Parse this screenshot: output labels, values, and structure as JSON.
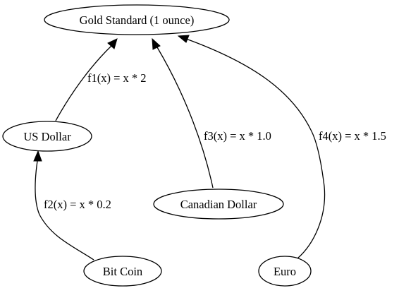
{
  "diagram": {
    "type": "directed-graph",
    "nodes": {
      "gold": "Gold Standard (1 ounce)",
      "usd": "US Dollar",
      "cad": "Canadian Dollar",
      "btc": "Bit Coin",
      "eur": "Euro"
    },
    "edges": [
      {
        "from": "US Dollar",
        "to": "Gold Standard (1 ounce)",
        "label": "f1(x) = x * 2"
      },
      {
        "from": "Bit Coin",
        "to": "US Dollar",
        "label": "f2(x) = x * 0.2"
      },
      {
        "from": "Canadian Dollar",
        "to": "Gold Standard (1 ounce)",
        "label": "f3(x) = x * 1.0"
      },
      {
        "from": "Euro",
        "to": "Gold Standard (1 ounce)",
        "label": "f4(x) = x * 1.5"
      }
    ]
  }
}
